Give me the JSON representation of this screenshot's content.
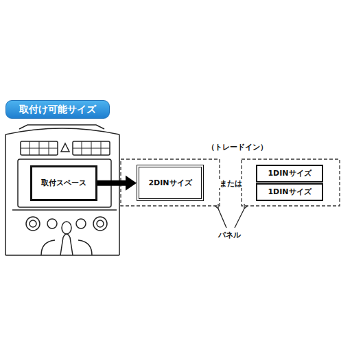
{
  "diagram": {
    "nodes": [
      {
        "text": [
          "取付け可能サイズ"
        ]
      },
      {
        "text": [
          "取付スペース"
        ]
      },
      {
        "text": [
          "2DINサイズ"
        ]
      },
      {
        "text": [
          "1DINサイズ"
        ]
      },
      {
        "text": [
          "1DINサイズ"
        ]
      }
    ],
    "edges": [
      {
        "from": 1,
        "to": 2,
        "arrow": "to"
      }
    ],
    "labels": [
      "（トレードイン）",
      "または",
      "パネル"
    ]
  }
}
